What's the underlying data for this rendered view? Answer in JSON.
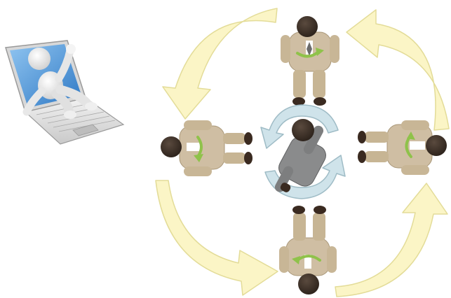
{
  "scene": {
    "laptop_illustration": "white-figure-waving-on-laptop",
    "outer_arrows": [
      "arrow-top-left",
      "arrow-top-right",
      "arrow-bottom-left",
      "arrow-bottom-right"
    ],
    "people": [
      "businessman-top",
      "businessman-left",
      "businessman-right",
      "businessman-bottom",
      "businessman-center"
    ],
    "colors": {
      "outer_arrow_fill": "#fbf5c6",
      "outer_arrow_stroke": "#e3dc98",
      "inner_arrow_fill": "#cfe3ea",
      "inner_arrow_stroke": "#9fbcc6",
      "small_arrow_green": "#8fc24a",
      "suit_beige": "#cfbea3",
      "suit_gray": "#8a8b8c",
      "laptop_blue": "#3f8fd6"
    }
  }
}
